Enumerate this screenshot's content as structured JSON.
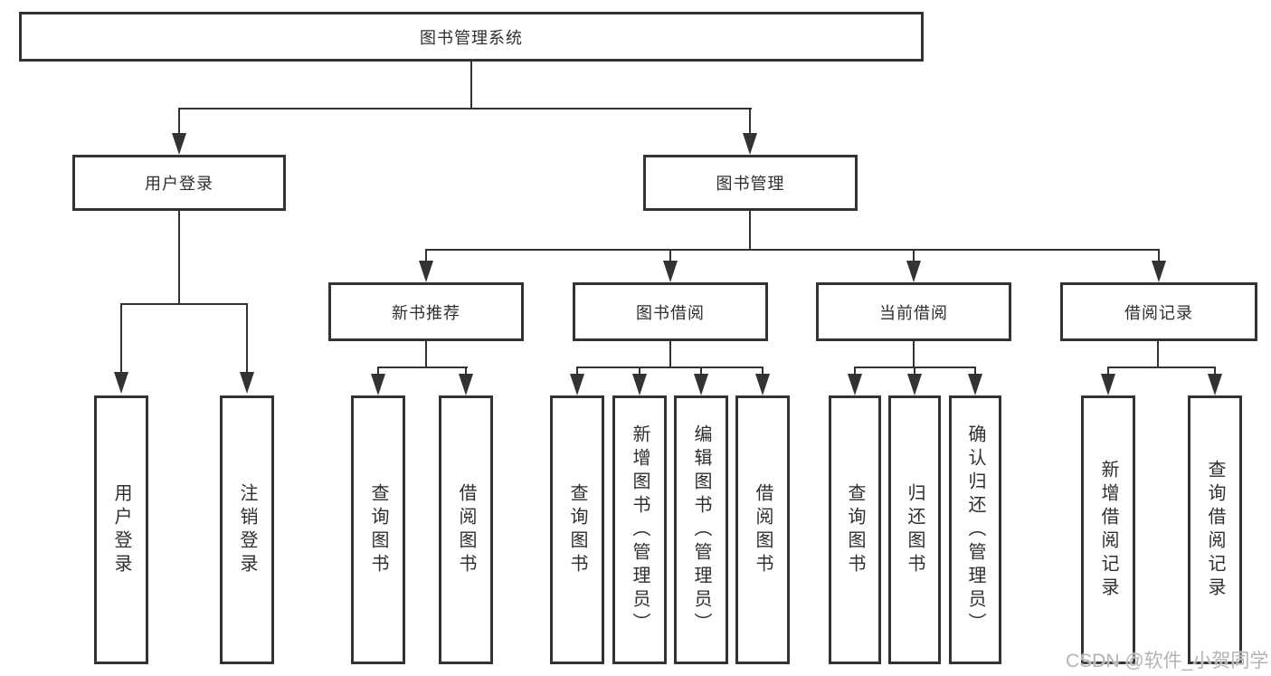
{
  "colors": {
    "line": "#333333",
    "text": "#2f2f2f",
    "watermark": "#b3b3b3",
    "background": "#ffffff"
  },
  "watermark": {
    "text": "CSDN @软件_小贺同学"
  },
  "tree": {
    "label": "图书管理系统",
    "children": [
      {
        "label": "用户登录",
        "children": [
          {
            "label": "用户登录"
          },
          {
            "label": "注销登录"
          }
        ]
      },
      {
        "label": "图书管理",
        "children": [
          {
            "label": "新书推荐",
            "children": [
              {
                "label": "查询图书"
              },
              {
                "label": "借阅图书"
              }
            ]
          },
          {
            "label": "图书借阅",
            "children": [
              {
                "label": "查询图书"
              },
              {
                "label": "新增图书（管理员）"
              },
              {
                "label": "编辑图书（管理员）"
              },
              {
                "label": "借阅图书"
              }
            ]
          },
          {
            "label": "当前借阅",
            "children": [
              {
                "label": "查询图书"
              },
              {
                "label": "归还图书"
              },
              {
                "label": "确认归还（管理员）"
              }
            ]
          },
          {
            "label": "借阅记录",
            "children": [
              {
                "label": "新增借阅记录"
              },
              {
                "label": "查询借阅记录"
              }
            ]
          }
        ]
      }
    ]
  }
}
